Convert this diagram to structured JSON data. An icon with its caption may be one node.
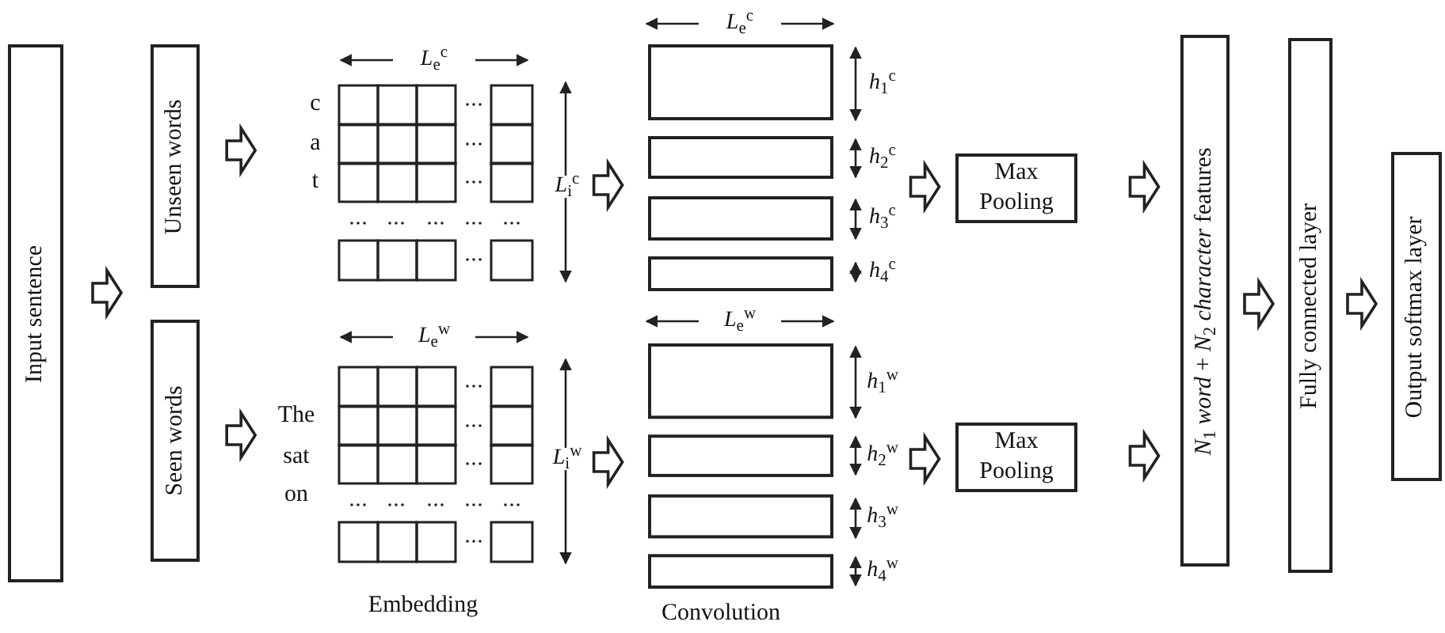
{
  "diagram": {
    "nodes": [
      {
        "text": [
          "Input sentence"
        ]
      },
      {
        "text": [
          "Unseen words"
        ]
      },
      {
        "text": [
          "Seen words"
        ]
      },
      {
        "text": [],
        "shape": "grid",
        "beside": [
          "c",
          "a",
          "t",
          "*L*$_{e}$$^{c}$",
          "*L*$_{i}$$^{c}$"
        ]
      },
      {
        "text": [],
        "shape": "grid",
        "beside": [
          "The",
          "sat",
          "on",
          "*L*$_{e}$$^{w}$",
          "*L*$_{i}$$^{w}$"
        ]
      },
      {
        "text": [],
        "shape": "box",
        "beside": [
          "*L*$_{e}$$^{c}$",
          "*h*$_{1}$$^{c}$",
          "*h*$_{2}$$^{c}$",
          "*h*$_{3}$$^{c}$",
          "*h*$_{4}$$^{c}$"
        ]
      },
      {
        "text": [],
        "shape": "box",
        "beside": [
          "*L*$_{e}$$^{w}$",
          "*h*$_{1}$$^{w}$",
          "*h*$_{2}$$^{w}$",
          "*h*$_{3}$$^{w}$",
          "*h*$_{4}$$^{w}$"
        ]
      },
      {
        "text": [
          "Max Pooling"
        ]
      },
      {
        "text": [
          "Max Pooling"
        ]
      },
      {
        "text": [
          "*N*$_{1}$ *word* + *N*$_{2}$ *character* features"
        ]
      },
      {
        "text": [
          "Fully connected layer"
        ]
      },
      {
        "text": [
          "Output softmax layer"
        ]
      }
    ],
    "edges": [
      {
        "from": 0,
        "to": 1,
        "arrow": "to"
      },
      {
        "from": 0,
        "to": 2,
        "arrow": "to"
      },
      {
        "from": 1,
        "to": 3,
        "arrow": "to"
      },
      {
        "from": 2,
        "to": 4,
        "arrow": "to"
      },
      {
        "from": 3,
        "to": 5,
        "arrow": "to"
      },
      {
        "from": 4,
        "to": 6,
        "arrow": "to"
      },
      {
        "from": 5,
        "to": 7,
        "arrow": "to"
      },
      {
        "from": 6,
        "to": 8,
        "arrow": "to"
      },
      {
        "from": 7,
        "to": 9,
        "arrow": "to"
      },
      {
        "from": 8,
        "to": 9,
        "arrow": "to"
      },
      {
        "from": 9,
        "to": 10,
        "arrow": "to"
      },
      {
        "from": 10,
        "to": 11,
        "arrow": "to"
      }
    ],
    "labels": [
      "Embedding",
      "Convolution"
    ]
  }
}
